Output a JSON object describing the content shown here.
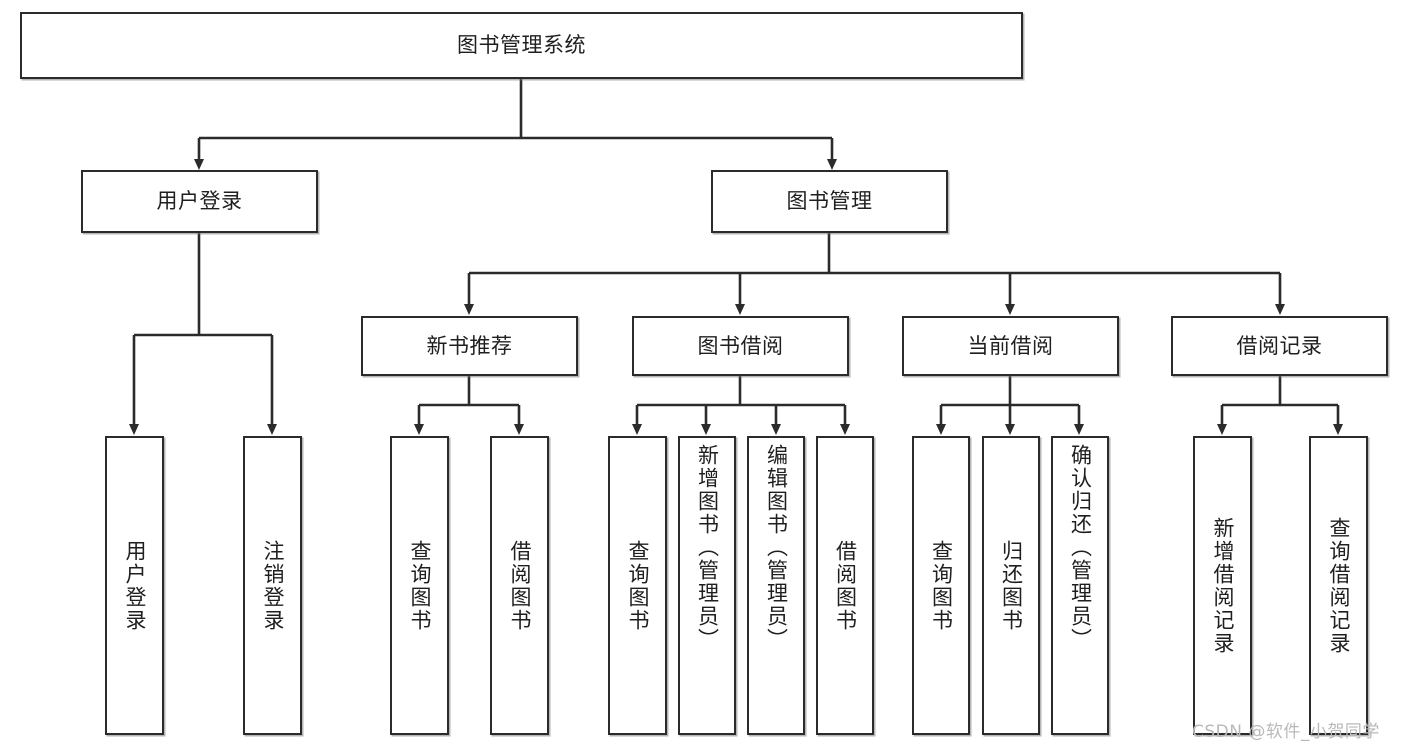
{
  "diagram": {
    "type": "tree-hierarchy-chart",
    "title": "图书管理系统",
    "background_color": "#ffffff",
    "line_color": "#2b2b2b",
    "text_color": "#1f1f1f",
    "watermark": "CSDN @软件_小贺同学",
    "nodes": {
      "root": {
        "label": "图书管理系统"
      },
      "level2": [
        {
          "label": "用户登录"
        },
        {
          "label": "图书管理"
        }
      ],
      "level3": [
        {
          "label": "新书推荐"
        },
        {
          "label": "图书借阅"
        },
        {
          "label": "当前借阅"
        },
        {
          "label": "借阅记录"
        }
      ],
      "leaves_user_login": [
        {
          "label": "用户登录"
        },
        {
          "label": "注销登录"
        }
      ],
      "leaves_new_book": [
        {
          "label": "查询图书"
        },
        {
          "label": "借阅图书"
        }
      ],
      "leaves_book_borrow": [
        {
          "label": "查询图书"
        },
        {
          "label": "新增图书（管理员）"
        },
        {
          "label": "编辑图书（管理员）"
        },
        {
          "label": "借阅图书"
        }
      ],
      "leaves_current_borrow": [
        {
          "label": "查询图书"
        },
        {
          "label": "归还图书"
        },
        {
          "label": "确认归还（管理员）"
        }
      ],
      "leaves_borrow_record": [
        {
          "label": "新增借阅记录"
        },
        {
          "label": "查询借阅记录"
        }
      ]
    }
  }
}
